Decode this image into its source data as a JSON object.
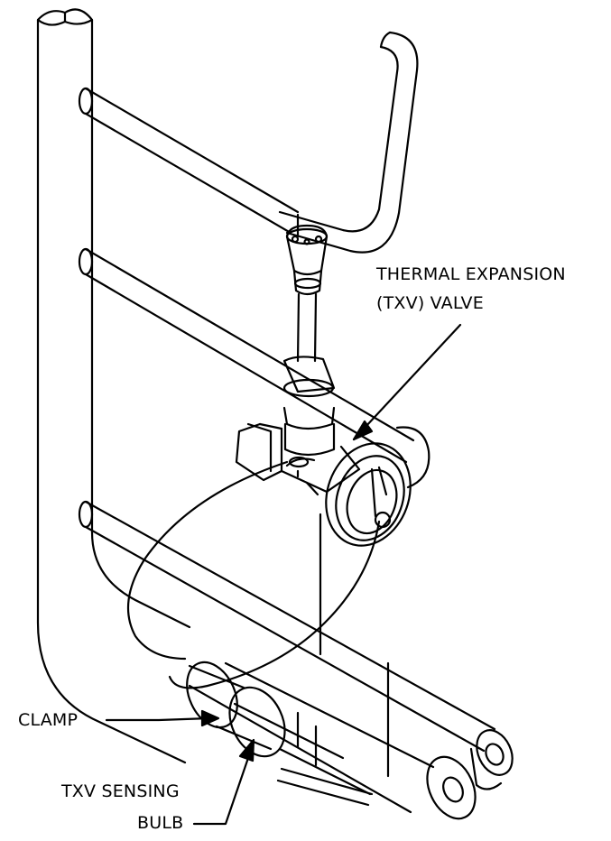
{
  "labels": {
    "txv_valve_line1": "THERMAL EXPANSION",
    "txv_valve_line2": "(TXV) VALVE",
    "clamp": "CLAMP",
    "sensing_bulb_line1": "TXV SENSING",
    "sensing_bulb_line2": "BULB"
  },
  "colors": {
    "stroke": "#000000",
    "background": "#ffffff"
  }
}
